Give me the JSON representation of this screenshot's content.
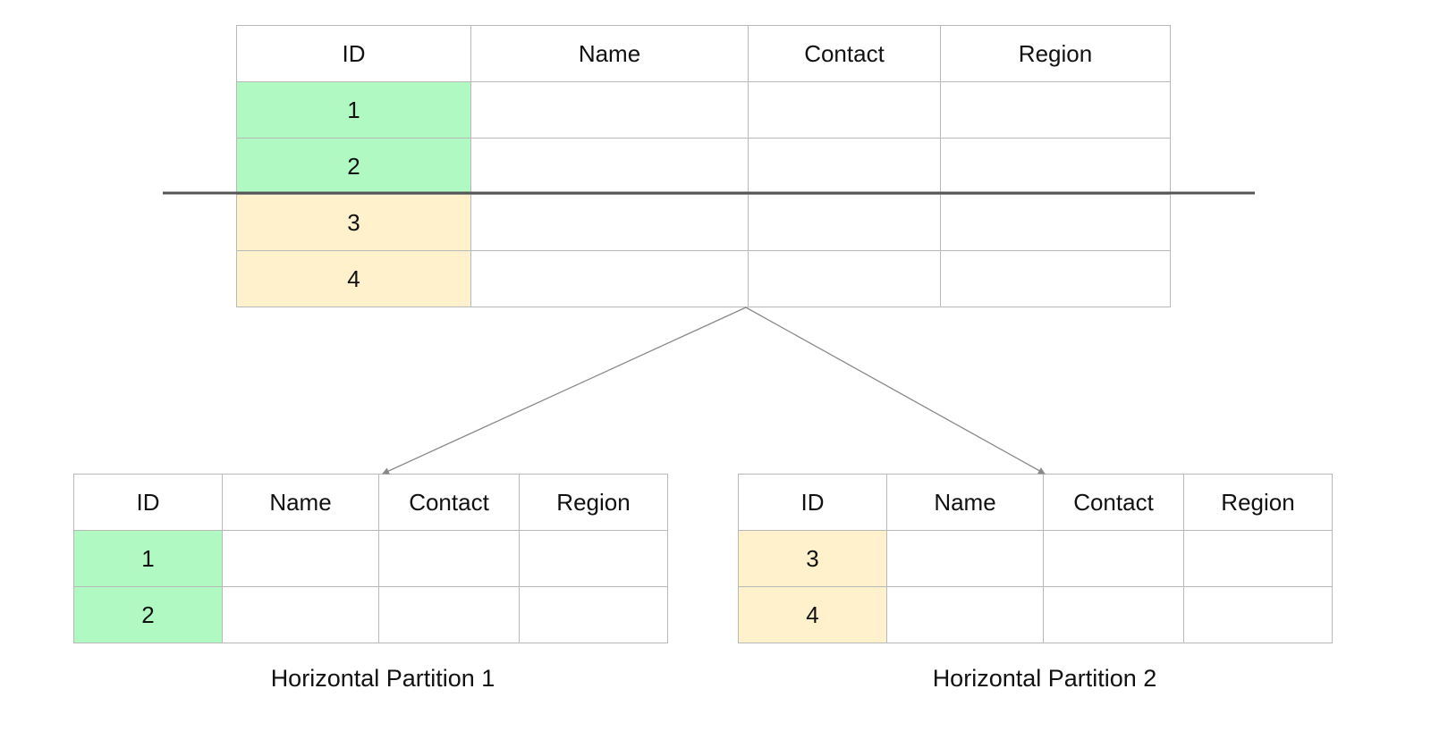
{
  "main_table": {
    "headers": [
      "ID",
      "Name",
      "Contact",
      "Region"
    ],
    "rows": [
      {
        "id": "1",
        "group": "partition-1"
      },
      {
        "id": "2",
        "group": "partition-1"
      },
      {
        "id": "3",
        "group": "partition-2"
      },
      {
        "id": "4",
        "group": "partition-2"
      }
    ]
  },
  "partition_1": {
    "headers": [
      "ID",
      "Name",
      "Contact",
      "Region"
    ],
    "rows": [
      {
        "id": "1"
      },
      {
        "id": "2"
      }
    ],
    "caption": "Horizontal Partition 1"
  },
  "partition_2": {
    "headers": [
      "ID",
      "Name",
      "Contact",
      "Region"
    ],
    "rows": [
      {
        "id": "3"
      },
      {
        "id": "4"
      }
    ],
    "caption": "Horizontal Partition 2"
  },
  "colors": {
    "partition_1_fill": "#b0f9c2",
    "partition_2_fill": "#fff1cc",
    "grid_line": "#b8b8b8",
    "split_line": "#555555",
    "arrow_line": "#8a8a8a"
  }
}
